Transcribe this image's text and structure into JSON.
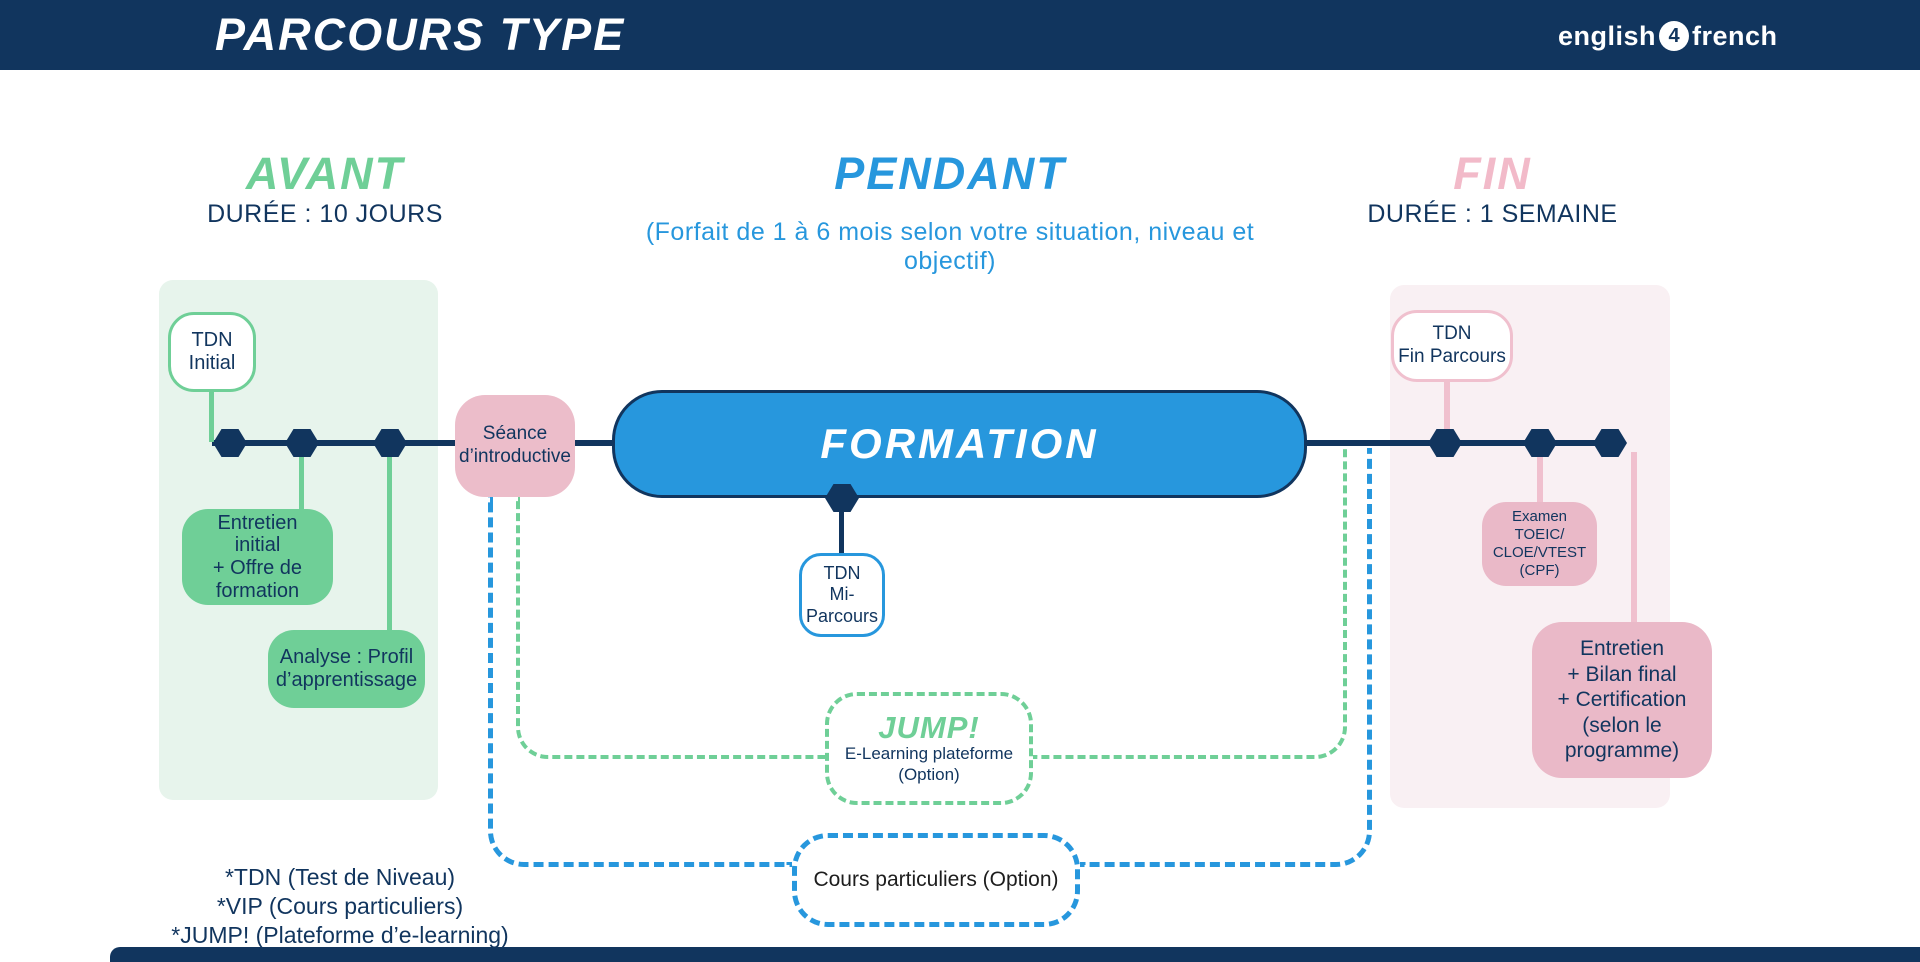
{
  "header": {
    "title": "PARCOURS TYPE",
    "logo": {
      "left": "english",
      "num": "4",
      "right": "french"
    }
  },
  "sections": {
    "avant": {
      "title": "AVANT",
      "subtitle": "DURÉE : 10 JOURS"
    },
    "pendant": {
      "title": "PENDANT",
      "subtitle": "(Forfait de 1 à 6 mois selon votre situation, niveau et objectif)"
    },
    "fin": {
      "title": "FIN",
      "subtitle": "DURÉE : 1 SEMAINE"
    }
  },
  "diagram": {
    "tdn_initial": {
      "lines": [
        "TDN",
        "Initial"
      ]
    },
    "entretien_initial": {
      "lines": [
        "Entretien",
        "initial",
        "+ Offre de",
        "formation"
      ]
    },
    "analyse": {
      "lines": [
        "Analyse : Profil",
        "d’apprentissage"
      ]
    },
    "seance": {
      "lines": [
        "Séance",
        "d’introductive"
      ]
    },
    "formation": {
      "label": "FORMATION"
    },
    "tdn_mi": {
      "lines": [
        "TDN",
        "Mi-Parcours"
      ]
    },
    "jump": {
      "title": "JUMP!",
      "lines": [
        "E-Learning plateforme",
        "(Option)"
      ]
    },
    "cours": {
      "label": "Cours particuliers (Option)"
    },
    "tdn_fin": {
      "lines": [
        "TDN",
        "Fin Parcours"
      ]
    },
    "examen": {
      "lines": [
        "Examen",
        "TOEIC/",
        "CLOE/VTEST",
        "(CPF)"
      ]
    },
    "bilan": {
      "lines": [
        "Entretien",
        "+ Bilan final",
        "+ Certification",
        "(selon le",
        "programme)"
      ]
    }
  },
  "footnotes": {
    "line1": "*TDN (Test de Niveau)",
    "line2": "*VIP (Cours particuliers)",
    "line3": "*JUMP! (Plateforme d’e-learning)"
  },
  "colors": {
    "navy": "#11355e",
    "blue": "#2797dd",
    "green": "#6fcf97",
    "green_panel": "#e7f4ec",
    "pink": "#eab9c8",
    "pink_panel": "#f9f0f3"
  }
}
